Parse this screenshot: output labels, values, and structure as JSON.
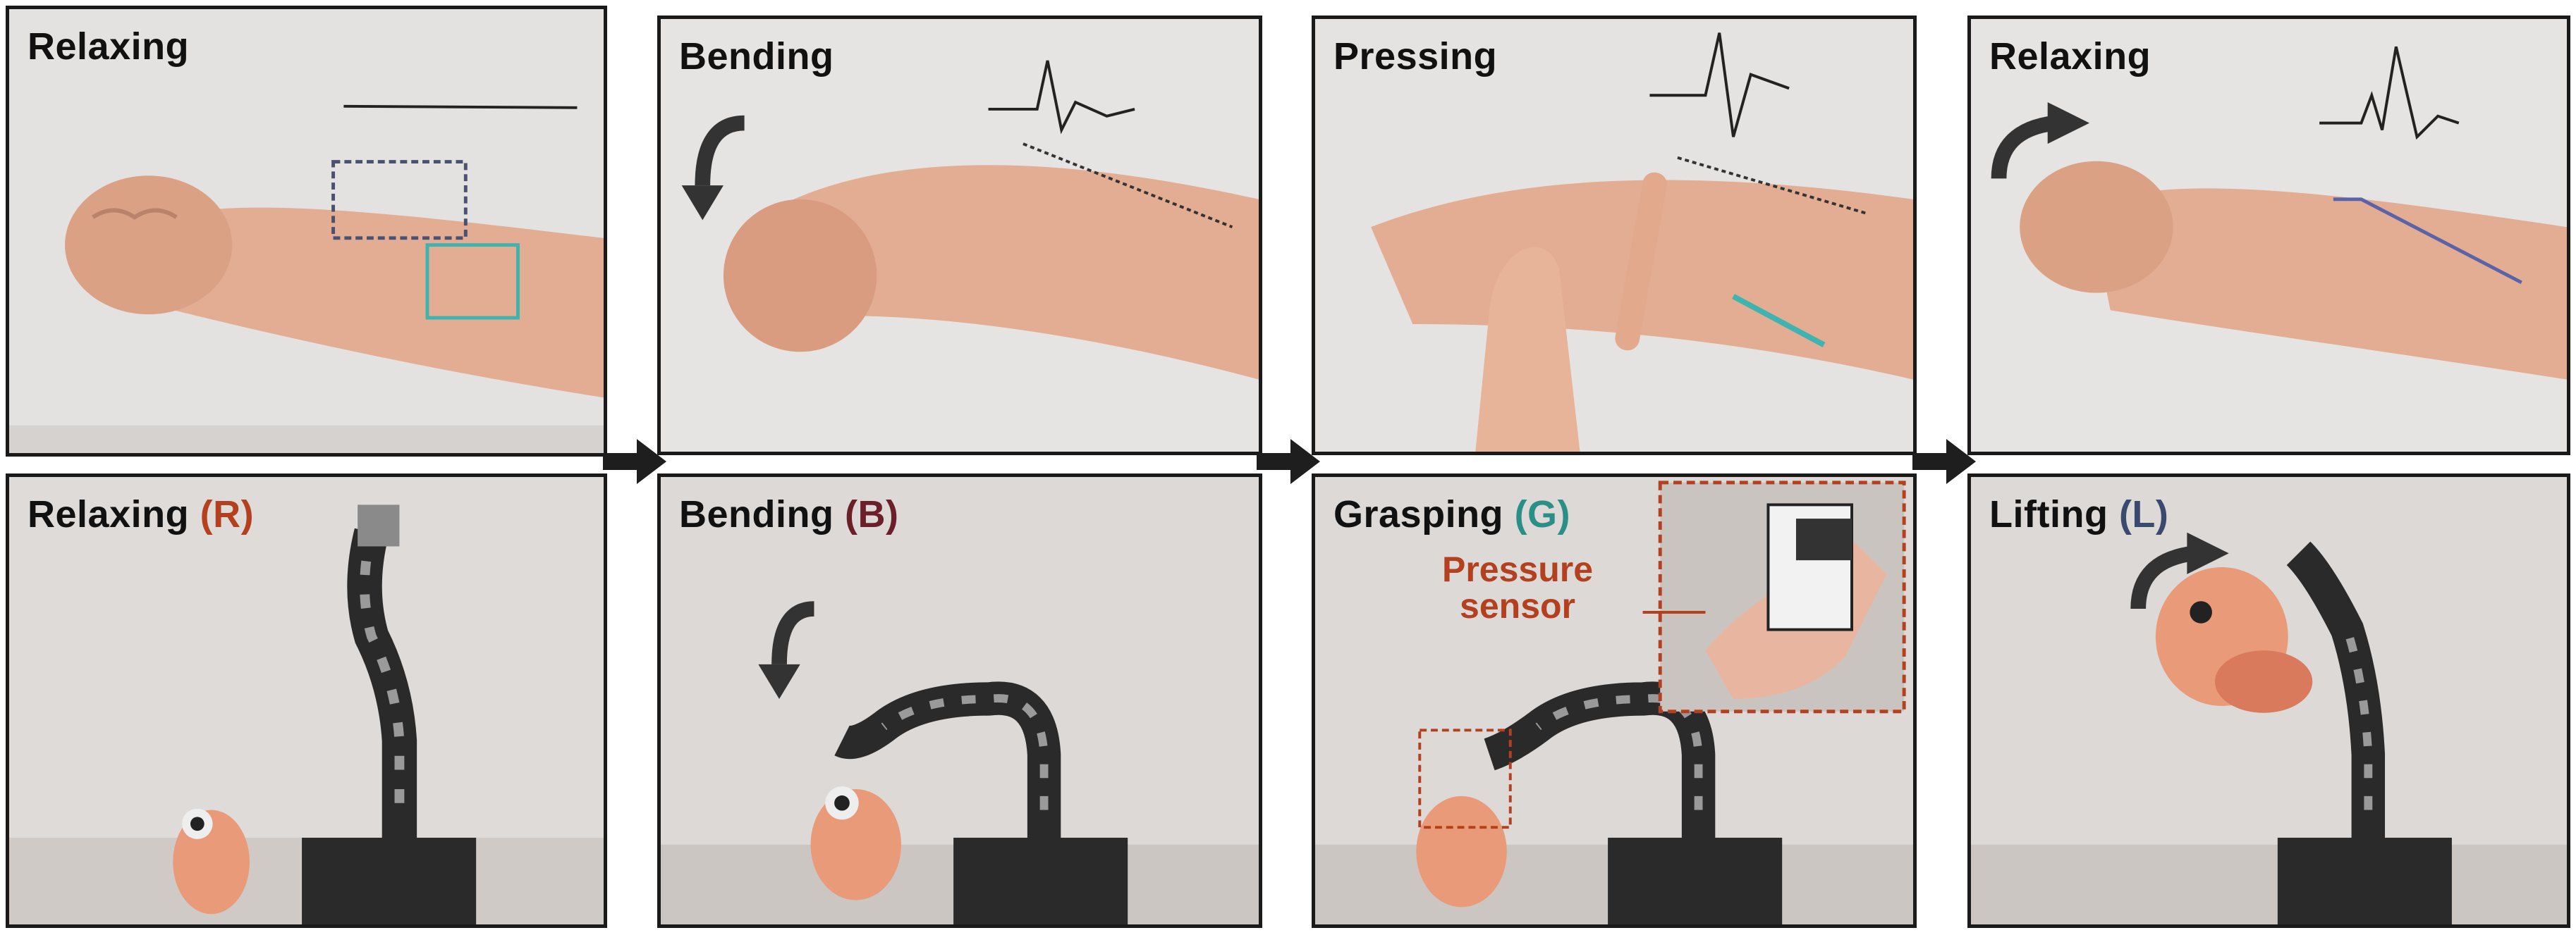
{
  "panels_top": [
    {
      "id": "top-1",
      "label": "Relaxing"
    },
    {
      "id": "top-2",
      "label": "Bending"
    },
    {
      "id": "top-3",
      "label": "Pressing"
    },
    {
      "id": "top-4",
      "label": "Relaxing"
    }
  ],
  "panels_bottom": [
    {
      "id": "bottom-1",
      "label": "Relaxing",
      "code": "(R)",
      "code_color": "#b3411f"
    },
    {
      "id": "bottom-2",
      "label": "Bending",
      "code": "(B)",
      "code_color": "#6b1f2a"
    },
    {
      "id": "bottom-3",
      "label": "Grasping",
      "code": "(G)",
      "code_color": "#2a8f86"
    },
    {
      "id": "bottom-4",
      "label": "Lifting",
      "code": "(L)",
      "code_color": "#3a4a6e"
    }
  ],
  "inset": {
    "line1": "Pressure",
    "line2": "sensor",
    "color": "#b3411f"
  },
  "colors": {
    "panel_border": "#1a1a1a",
    "sensor_teal": "#3fb3b0",
    "sensor_blue": "#5a63a8",
    "robot_dark": "#2a2a2a",
    "robot_light": "#9a9a9a",
    "skin": "#e2a98c",
    "toy": "#e99a78"
  }
}
